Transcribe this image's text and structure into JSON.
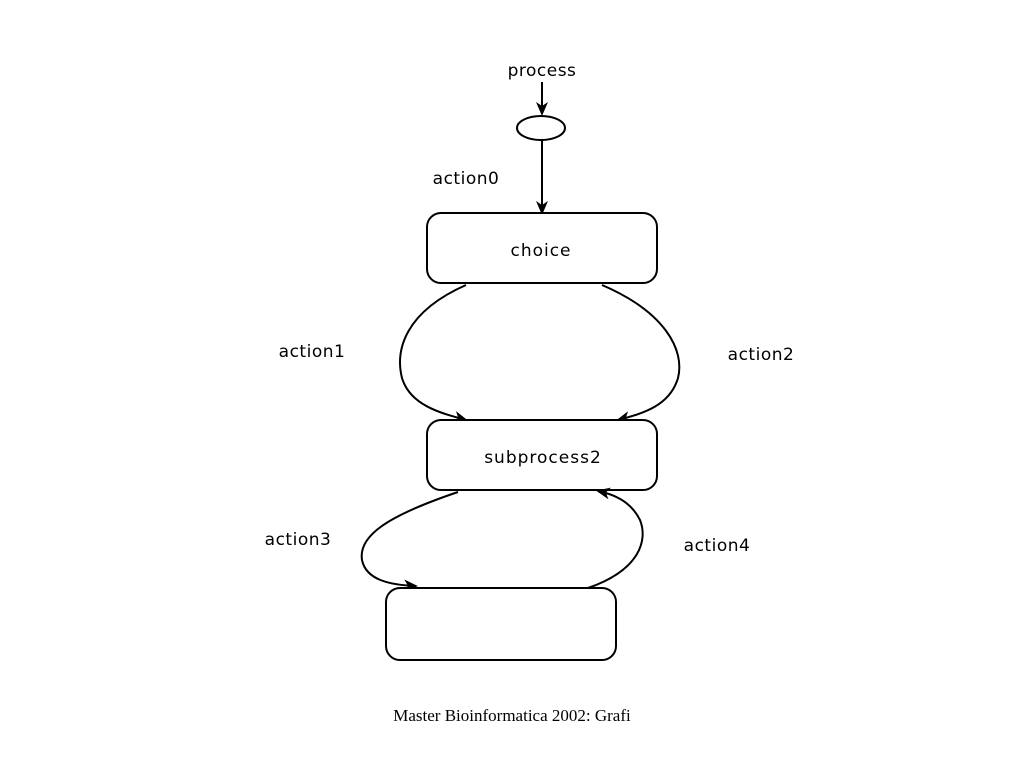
{
  "diagram": {
    "start_label": "process",
    "nodes": {
      "choice": "choice",
      "subprocess2": "subprocess2",
      "unnamed": ""
    },
    "edges": {
      "action0": "action0",
      "action1": "action1",
      "action2": "action2",
      "action3": "action3",
      "action4": "action4"
    }
  },
  "footer": {
    "text": "Master Bioinformatica 2002: Grafi"
  }
}
